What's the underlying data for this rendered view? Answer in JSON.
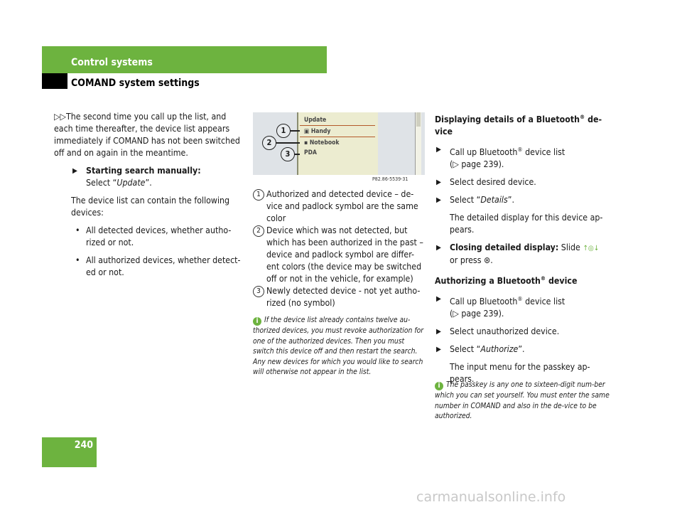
{
  "header": {
    "section": "Control systems",
    "subsection": "COMAND system settings"
  },
  "page_number": "240",
  "col1": {
    "continuation_mark": "▷▷",
    "para1": "The second time you call up the list, and each time thereafter, the device list appears immediately if COMAND has not been switched off and on again in the meantime.",
    "step1_title": "Starting search manually:",
    "step1_pre": "Select “",
    "step1_term": "Update",
    "step1_post": "”.",
    "para2": "The device list can contain the following devices:",
    "bullets": [
      "All detected devices, whether autho-rized or not.",
      "All authorized devices, whether detect-ed or not."
    ]
  },
  "figure": {
    "rows": [
      "Update",
      "Handy",
      "Notebook",
      "PDA"
    ],
    "callouts": [
      "1",
      "2",
      "3"
    ],
    "code": "P82.86-5539-31"
  },
  "col2": {
    "items": [
      {
        "num": "1",
        "text": "Authorized and detected device – de-vice and padlock symbol are the same color"
      },
      {
        "num": "2",
        "text": "Device which was not detected, but which has been authorized in the past – device and padlock symbol are differ-ent colors (the device may be switched off or not in the vehicle, for example)"
      },
      {
        "num": "3",
        "text": "Newly detected device - not yet autho-rized (no symbol)"
      }
    ],
    "note": "If the device list already contains twelve au-thorized devices, you must revoke authorization for one of the authorized devices. Then you must switch this device off and then restart the search. Any new devices for which you would like to search will otherwise not appear in the list."
  },
  "col3": {
    "heading1_a": "Displaying details of a Bluetooth",
    "heading1_b": " de-vice",
    "reg": "®",
    "step_a_pre": "Call up Bluetooth",
    "step_a_post": " device list",
    "step_a_ref": "(▷ page 239).",
    "step_b": "Select desired device.",
    "step_c_pre": "Select “",
    "step_c_term": "Details",
    "step_c_post": "”.",
    "para_c": "The detailed display for this device ap-pears.",
    "step_d_title": "Closing detailed display:",
    "step_d_mid": " Slide ",
    "step_d_glyph": "↑◎↓",
    "step_d_line2": "or press ",
    "step_d_press": "⊛",
    "step_d_end": ".",
    "heading2_a": "Authorizing a Bluetooth",
    "heading2_b": " device",
    "step_e_pre": "Call up Bluetooth",
    "step_e_post": " device list",
    "step_e_ref": "(▷ page 239).",
    "step_f": "Select unauthorized device.",
    "step_g_pre": "Select “",
    "step_g_term": "Authorize",
    "step_g_post": "”.",
    "para_g": "The input menu for the passkey ap-pears.",
    "note": "The passkey is any one to sixteen-digit num-ber which you can set yourself. You must enter the same number in COMAND and also in the de-vice to be authorized."
  },
  "watermark": "carmanualsonline.info",
  "icons": {
    "arrow": "▶",
    "bullet": "•",
    "info": "i"
  },
  "colors": {
    "accent_green": "#6db33f"
  }
}
